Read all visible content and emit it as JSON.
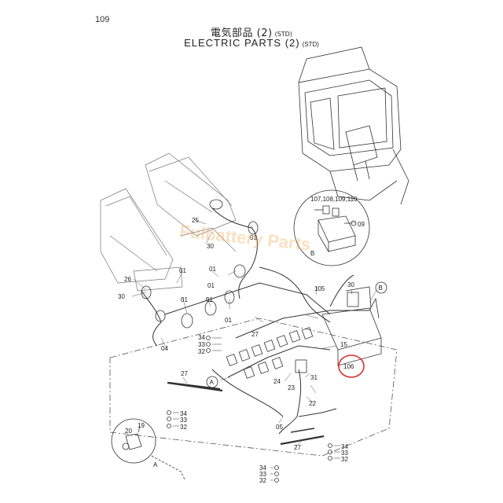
{
  "header": {
    "page_number": "109",
    "title_jp": "電気部品 (2)",
    "title_en": "ELECTRIC PARTS (2)",
    "std_suffix": "(STD)"
  },
  "callouts": {
    "a": "A",
    "b": "B",
    "inset_b_label": "B",
    "inset_a_label": "A",
    "inset_parts": "107,108,109,110",
    "p09": "09",
    "p25": "25",
    "p30a": "30",
    "p01a": "01",
    "p26": "26",
    "p30b": "30",
    "p01b": "01",
    "p01c": "01",
    "p01d": "01",
    "p01e": "01",
    "p01f": "01",
    "p01g": "01",
    "p04": "04",
    "p105": "105",
    "p30c": "30",
    "p27a": "27",
    "p34a": "34",
    "p33a": "33",
    "p32a": "32",
    "p15": "15",
    "p106": "106",
    "p24": "24",
    "p31": "31",
    "p23": "23",
    "p22": "22",
    "p27b": "27",
    "p34b": "34",
    "p33b": "33",
    "p32b": "32",
    "p05": "05",
    "p20": "20",
    "p19": "19",
    "p27c": "27",
    "p34c": "34",
    "p33c": "33",
    "p32c": "32",
    "p34d": "34",
    "p33d": "33",
    "p32d": "32"
  },
  "highlight_color": "#d9302c",
  "watermark": "Fulbattery Parts"
}
